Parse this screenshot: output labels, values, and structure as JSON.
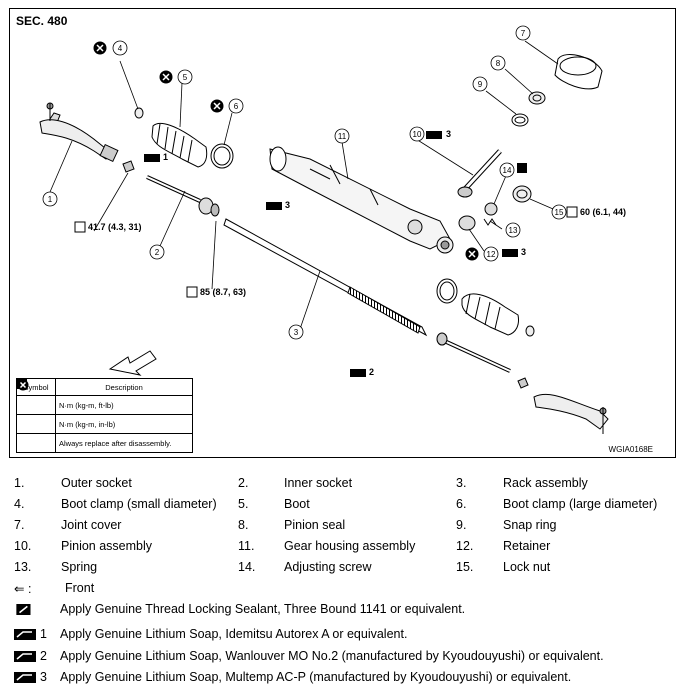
{
  "section": "SEC. 480",
  "figure_code": "WGIA0168E",
  "torques": {
    "outer_socket_nut": "41.7 (4.3, 31)",
    "inner_socket": "85 (8.7, 63)",
    "lock_nut": "60 (6.1, 44)"
  },
  "callouts": [
    "1",
    "2",
    "3",
    "4",
    "5",
    "6",
    "7",
    "8",
    "9",
    "10",
    "11",
    "12",
    "13",
    "14",
    "15"
  ],
  "grease_marks": [
    "1",
    "2",
    "3",
    "3",
    "3"
  ],
  "legend": {
    "header_symbol": "Symbol",
    "header_description": "Description",
    "rows": [
      "N·m (kg-m, ft-lb)",
      "N·m (kg-m, in-lb)",
      "Always replace after disassembly."
    ]
  },
  "parts": [
    {
      "num": "1.",
      "name": "Outer socket"
    },
    {
      "num": "2.",
      "name": "Inner socket"
    },
    {
      "num": "3.",
      "name": "Rack assembly"
    },
    {
      "num": "4.",
      "name": "Boot clamp (small diameter)"
    },
    {
      "num": "5.",
      "name": "Boot"
    },
    {
      "num": "6.",
      "name": "Boot clamp (large diameter)"
    },
    {
      "num": "7.",
      "name": "Joint cover"
    },
    {
      "num": "8.",
      "name": "Pinion seal"
    },
    {
      "num": "9.",
      "name": "Snap ring"
    },
    {
      "num": "10.",
      "name": "Pinion assembly"
    },
    {
      "num": "11.",
      "name": "Gear housing assembly"
    },
    {
      "num": "12.",
      "name": "Retainer"
    },
    {
      "num": "13.",
      "name": "Spring"
    },
    {
      "num": "14.",
      "name": "Adjusting screw"
    },
    {
      "num": "15.",
      "name": "Lock nut"
    }
  ],
  "front_label": "⇐ :",
  "front_text": "Front",
  "notes": [
    {
      "mark": "",
      "text": "Apply Genuine Thread Locking Sealant, Three Bound 1141 or equivalent."
    },
    {
      "mark": "1",
      "text": "Apply Genuine Lithium Soap, Idemitsu Autorex A or equivalent."
    },
    {
      "mark": "2",
      "text": "Apply Genuine Lithium Soap, Wanlouver MO No.2 (manufactured by Kyoudouyushi) or equivalent."
    },
    {
      "mark": "3",
      "text": "Apply Genuine Lithium Soap, Multemp AC-P (manufactured by Kyoudouyushi) or equivalent."
    }
  ]
}
